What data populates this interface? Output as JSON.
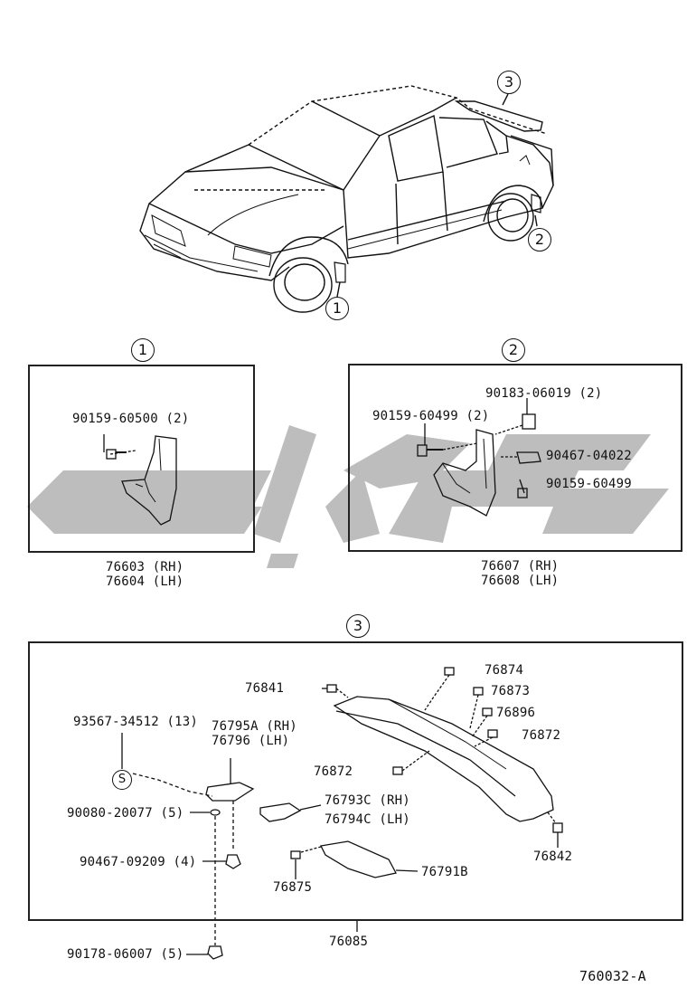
{
  "callouts": {
    "c1": "1",
    "c2": "2",
    "c3": "3"
  },
  "section1": {
    "part_bolt": "90159-60500 (2)",
    "part_rh": "76603 (RH)",
    "part_lh": "76604 (LH)"
  },
  "section2": {
    "part_screw": "90183-06019 (2)",
    "part_bolt": "90159-60499 (2)",
    "part_nut": "90467-04022",
    "part_bolt_b": "90159-60499",
    "part_rh": "76607 (RH)",
    "part_lh": "76608 (LH)"
  },
  "section3": {
    "p76874": "76874",
    "p76841": "76841",
    "p76873": "76873",
    "p76896": "76896",
    "p76872a": "76872",
    "p76872b": "76872",
    "p93567": "93567-34512 (13)",
    "p76795": "76795A (RH)",
    "p76796": "76796 (LH)",
    "p90080": "90080-20077 (5)",
    "p76793": "76793C (RH)",
    "p76794": "76794C (LH)",
    "p76842": "76842",
    "p90467": "90467-09209 (4)",
    "p76875": "76875",
    "p76791": "76791B",
    "p76085": "76085",
    "p90178": "90178-06007 (5)",
    "sealer_symbol": "S"
  },
  "diagram_code": "760032-A",
  "watermark_color": "#bdbdbd"
}
